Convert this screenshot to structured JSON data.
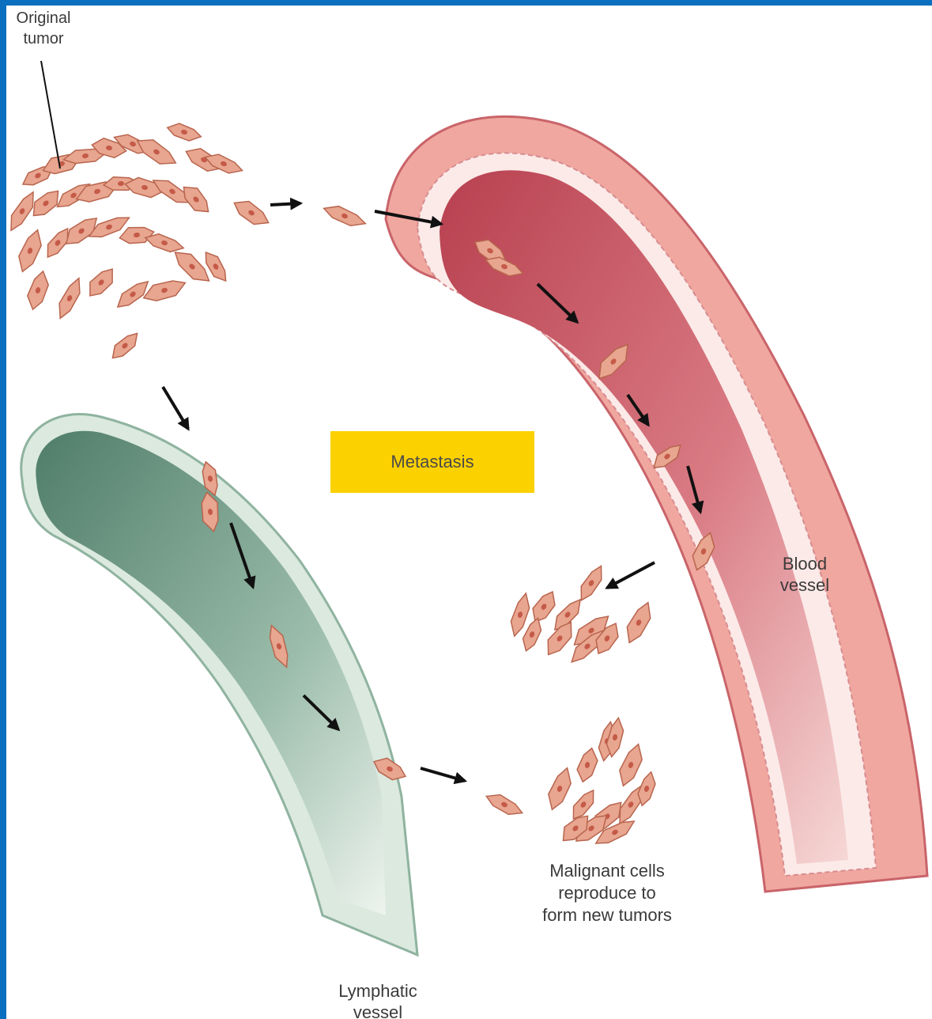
{
  "labels": {
    "original_tumor": "Original\ntumor",
    "blood_vessel": "Blood\nvessel",
    "lymphatic_vessel": "Lymphatic\nvessel",
    "malignant_cells": "Malignant cells\nreproduce to\nform new tumors"
  },
  "title_box": {
    "text": "Metastasis",
    "color": "#fcd100"
  },
  "colors": {
    "frame": "#0a6fbf",
    "cell_fill": "#e8a58f",
    "cell_stroke": "#b8654e",
    "cell_nucleus": "#c45a48",
    "blood_outer": "#e58a80",
    "blood_inner": "#c9525e",
    "lymph_outer": "#cfe0d3",
    "lymph_inner": "#5f8a77",
    "arrow": "#111111"
  }
}
